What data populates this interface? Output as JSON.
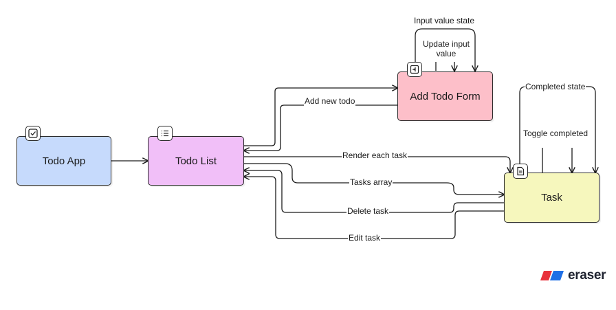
{
  "nodes": {
    "todo_app": {
      "label": "Todo App",
      "color": "#c6dafc",
      "icon": "checkbox-icon"
    },
    "todo_list": {
      "label": "Todo List",
      "color": "#f1bff8",
      "icon": "list-icon"
    },
    "add_todo_form": {
      "label": "Add Todo Form",
      "color": "#fdbfc9",
      "icon": "form-input-icon"
    },
    "task": {
      "label": "Task",
      "color": "#f6f7bd",
      "icon": "document-icon"
    }
  },
  "edges": {
    "input_value_state": "Input value state",
    "update_input_value_line1": "Update input",
    "update_input_value_line2": "value",
    "add_new_todo": "Add new todo",
    "render_each_task": "Render each task",
    "tasks_array": "Tasks array",
    "delete_task": "Delete task",
    "edit_task": "Edit task",
    "completed_state": "Completed state",
    "toggle_completed": "Toggle completed"
  },
  "brand": {
    "name": "eraser",
    "colors": [
      "#e8323c",
      "#1f6fe6"
    ]
  }
}
